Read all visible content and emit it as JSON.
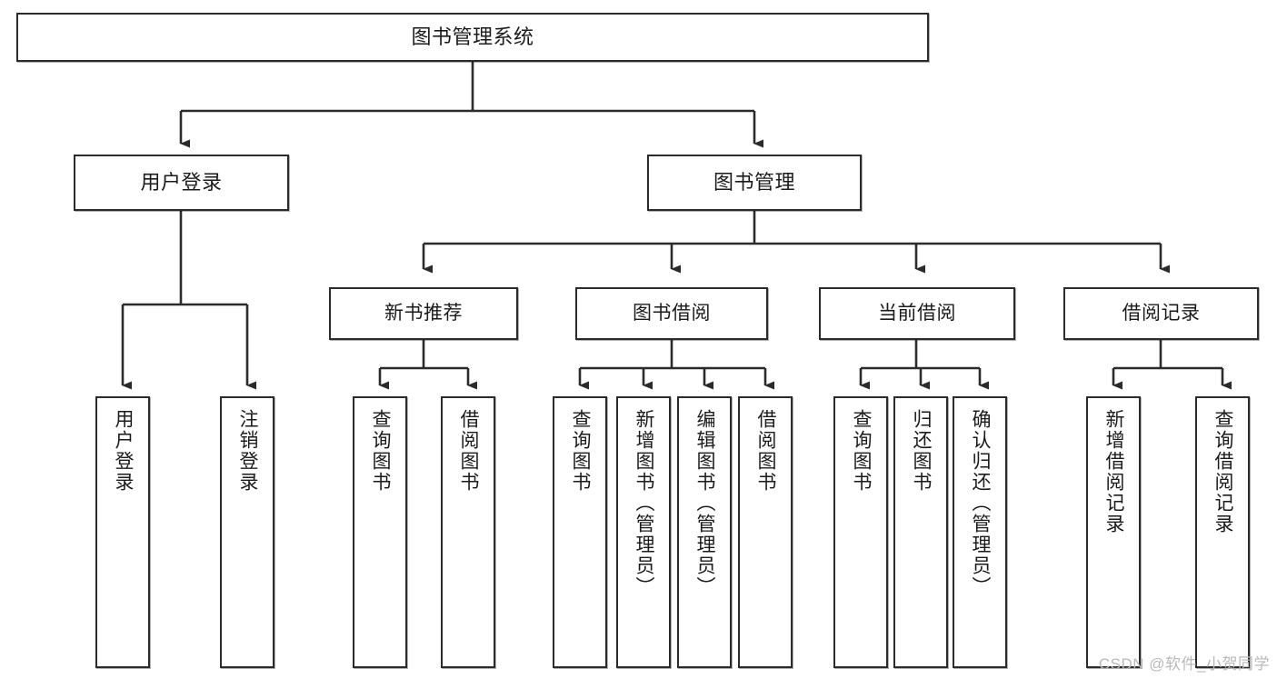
{
  "diagram": {
    "title": "图书管理系统",
    "type": "tree",
    "background_color": "#ffffff",
    "line_color": "#2b2b2b",
    "box_border_color": "#2b2b2b",
    "text_color": "#1b1b1b"
  },
  "root": {
    "label": "图书管理系统"
  },
  "level2": [
    {
      "label": "用户登录"
    },
    {
      "label": "图书管理"
    }
  ],
  "level3": [
    {
      "label": "新书推荐"
    },
    {
      "label": "图书借阅"
    },
    {
      "label": "当前借阅"
    },
    {
      "label": "借阅记录"
    }
  ],
  "leaves": {
    "user_login": [
      {
        "label": "用户登录"
      },
      {
        "label": "注销登录"
      }
    ],
    "new_book_recommend": [
      {
        "label": "查询图书"
      },
      {
        "label": "借阅图书"
      }
    ],
    "book_borrow": [
      {
        "label": "查询图书"
      },
      {
        "label": "新增图书（管理员）"
      },
      {
        "label": "编辑图书（管理员）"
      },
      {
        "label": "借阅图书"
      }
    ],
    "current_borrow": [
      {
        "label": "查询图书"
      },
      {
        "label": "归还图书"
      },
      {
        "label": "确认归还（管理员）"
      }
    ],
    "borrow_record": [
      {
        "label": "新增借阅记录"
      },
      {
        "label": "查询借阅记录"
      }
    ]
  },
  "watermark": {
    "text": "CSDN @软件_小贺同学"
  }
}
